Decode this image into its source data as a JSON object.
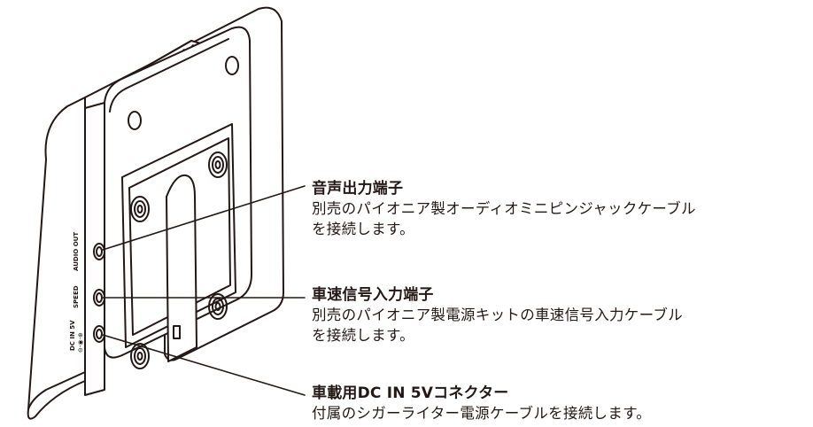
{
  "device": {
    "port_labels": {
      "audio_out": "AUDIO OUT",
      "speed": "SPEED",
      "dc_in": "DC IN 5V",
      "polarity_symbol": "⊖-◉-⊕"
    }
  },
  "callouts": [
    {
      "title": "音声出力端子",
      "desc_lines": [
        "別売のパイオニア製オーディオミニピンジャックケーブル",
        "を接続します。"
      ]
    },
    {
      "title": "車速信号入力端子",
      "desc_lines": [
        "別売のパイオニア製電源キットの車速信号入力ケーブル",
        "を接続します。"
      ]
    },
    {
      "title": "車載用DC IN 5Vコネクター",
      "desc_lines": [
        "付属のシガーライター電源ケーブルを接続します。"
      ]
    }
  ]
}
